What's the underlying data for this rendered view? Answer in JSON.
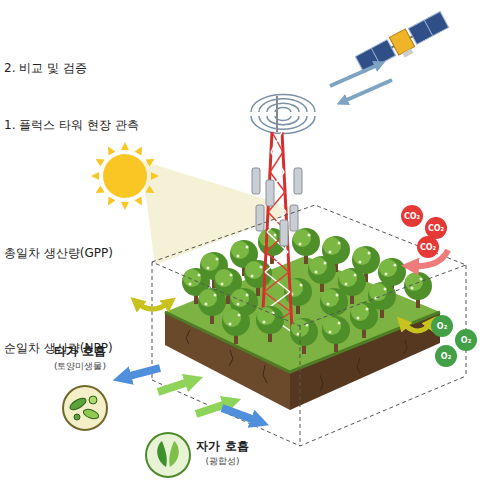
{
  "diagram": {
    "nodes": [
      {
        "text": [
          "CO₂"
        ]
      },
      {
        "text": [
          "CO₂"
        ]
      },
      {
        "text": [
          "CO₂"
        ]
      },
      {
        "text": [
          "O₂"
        ]
      },
      {
        "text": [
          "O₂"
        ]
      },
      {
        "text": [
          "O₂"
        ]
      },
      {
        "text": [
          "타가 호흡",
          "(토양미생물)"
        ]
      },
      {
        "text": [
          "자가 호흡",
          "(광합성)"
        ]
      }
    ],
    "labels": [
      "2. 비교 및 검증",
      "1. 플럭스 타워 현장 관측",
      "총일차 생산량(GPP)",
      "순일차 생산량(NPP)"
    ]
  }
}
